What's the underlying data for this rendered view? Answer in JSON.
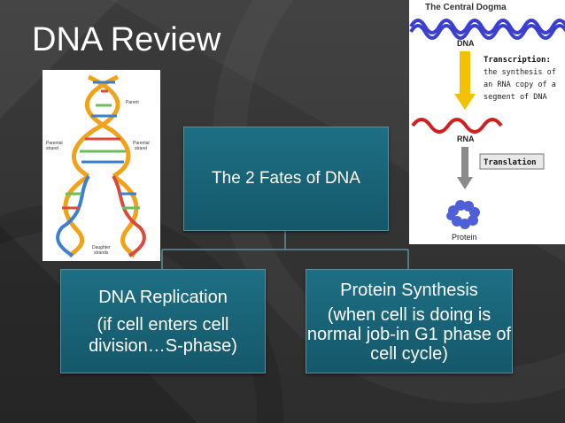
{
  "slide": {
    "title": "DNA Review"
  },
  "dna_image": {
    "labels": {
      "parent": "Parent",
      "parental_strand_left": "Parental\nstrand",
      "parental_strand_right": "Parental\nstrand",
      "daughter_strands": "Daughter\nstrands"
    },
    "colors": {
      "backbone": "#f0a21a",
      "strand_a": "#3a7fd0",
      "strand_b": "#d94a3a",
      "strand_c": "#6bbf59"
    }
  },
  "dogma_image": {
    "title": "The Central Dogma",
    "dna_label": "DNA",
    "transcription_heading": "Transcription:",
    "transcription_text": "the synthesis of an RNA copy of a segment of DNA",
    "transcription_lines": [
      "the synthesis of",
      "an RNA copy of a",
      "segment of DNA"
    ],
    "rna_label": "RNA",
    "translation_label": "Translation",
    "protein_label": "Protein",
    "colors": {
      "dna": "#3b3fd0",
      "rna": "#d11f1f",
      "arrow": "#f2c200",
      "protein": "#4f5fd8"
    }
  },
  "diagram": {
    "root": "The 2 Fates of DNA",
    "left": {
      "heading": "DNA Replication",
      "detail": "(if cell enters cell division…S-phase)"
    },
    "right": {
      "heading": "Protein Synthesis",
      "detail": "(when cell is doing is normal job-in G1 phase of cell cycle)"
    },
    "colors": {
      "box": "#1a6478",
      "connector": "#5e8f9b"
    }
  }
}
